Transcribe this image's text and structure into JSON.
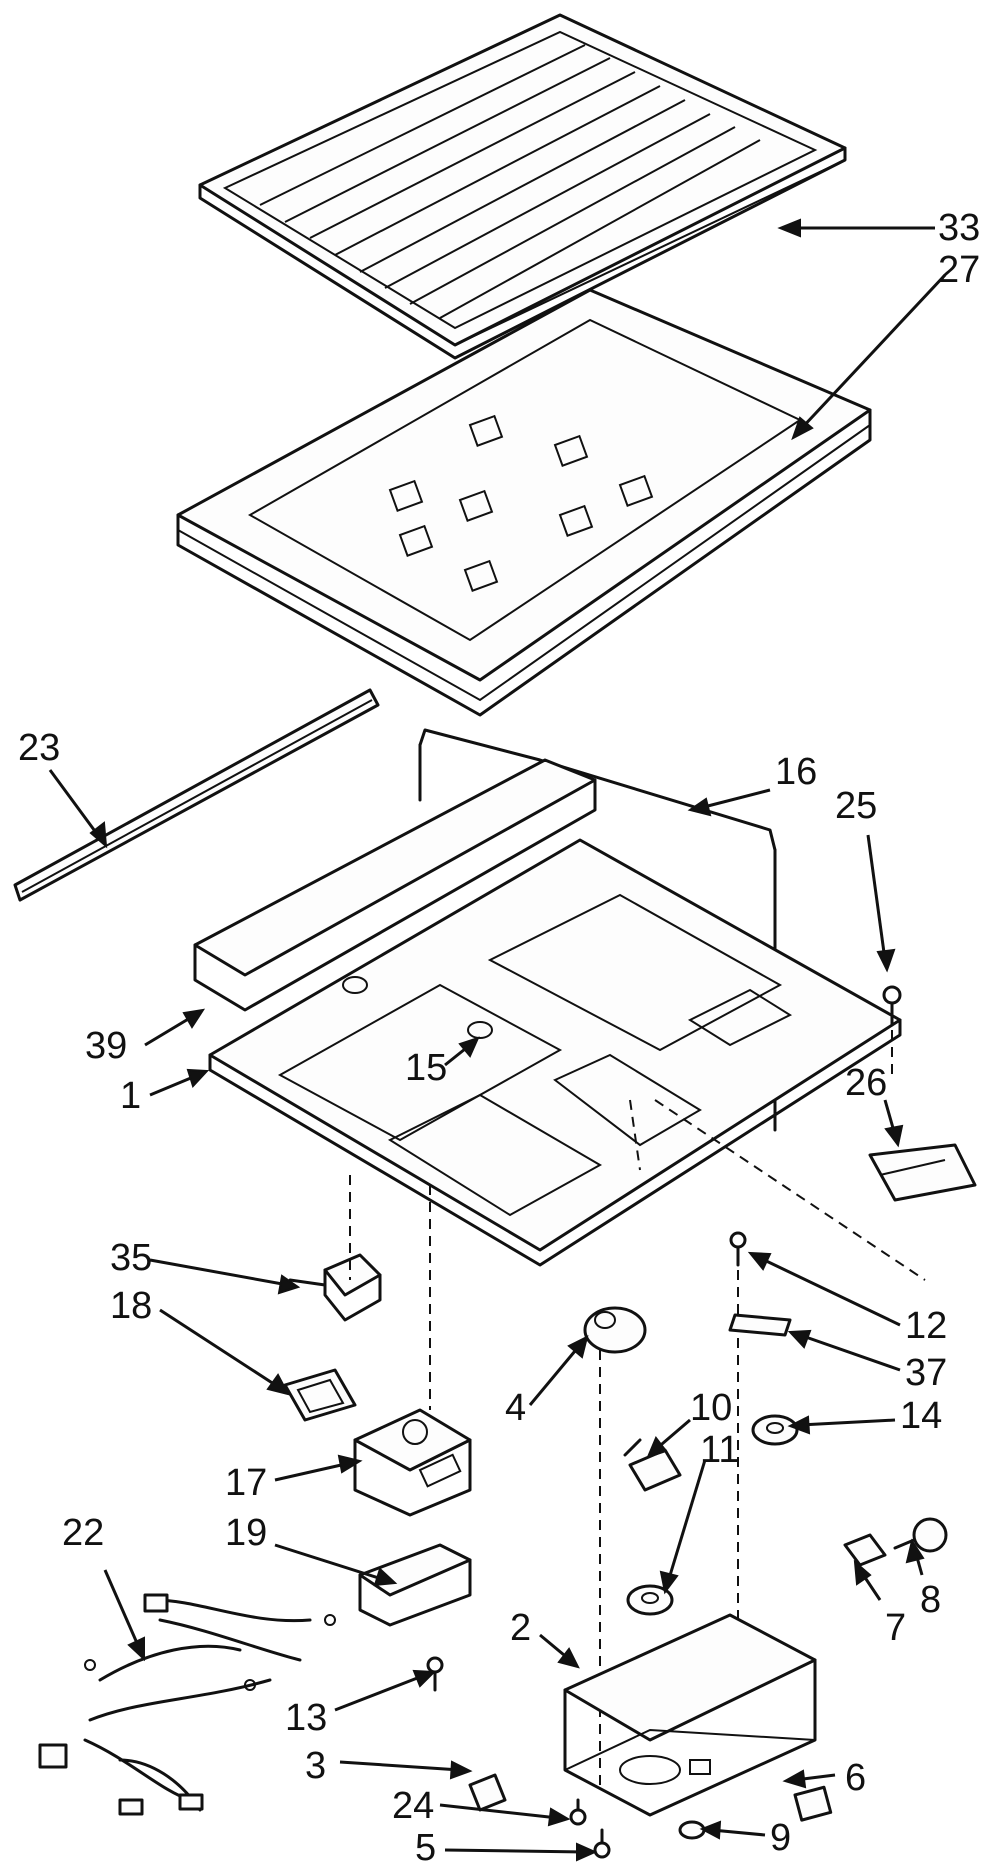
{
  "diagram": {
    "callouts": [
      {
        "id": "33",
        "label": "33"
      },
      {
        "id": "27",
        "label": "27"
      },
      {
        "id": "23",
        "label": "23"
      },
      {
        "id": "16",
        "label": "16"
      },
      {
        "id": "25",
        "label": "25"
      },
      {
        "id": "39",
        "label": "39"
      },
      {
        "id": "15",
        "label": "15"
      },
      {
        "id": "1",
        "label": "1"
      },
      {
        "id": "26",
        "label": "26"
      },
      {
        "id": "35",
        "label": "35"
      },
      {
        "id": "18",
        "label": "18"
      },
      {
        "id": "12",
        "label": "12"
      },
      {
        "id": "37",
        "label": "37"
      },
      {
        "id": "4",
        "label": "4"
      },
      {
        "id": "10",
        "label": "10"
      },
      {
        "id": "14",
        "label": "14"
      },
      {
        "id": "11",
        "label": "11"
      },
      {
        "id": "17",
        "label": "17"
      },
      {
        "id": "19",
        "label": "19"
      },
      {
        "id": "22",
        "label": "22"
      },
      {
        "id": "7",
        "label": "7"
      },
      {
        "id": "8",
        "label": "8"
      },
      {
        "id": "2",
        "label": "2"
      },
      {
        "id": "13",
        "label": "13"
      },
      {
        "id": "3",
        "label": "3"
      },
      {
        "id": "6",
        "label": "6"
      },
      {
        "id": "24",
        "label": "24"
      },
      {
        "id": "9",
        "label": "9"
      },
      {
        "id": "5",
        "label": "5"
      }
    ]
  }
}
